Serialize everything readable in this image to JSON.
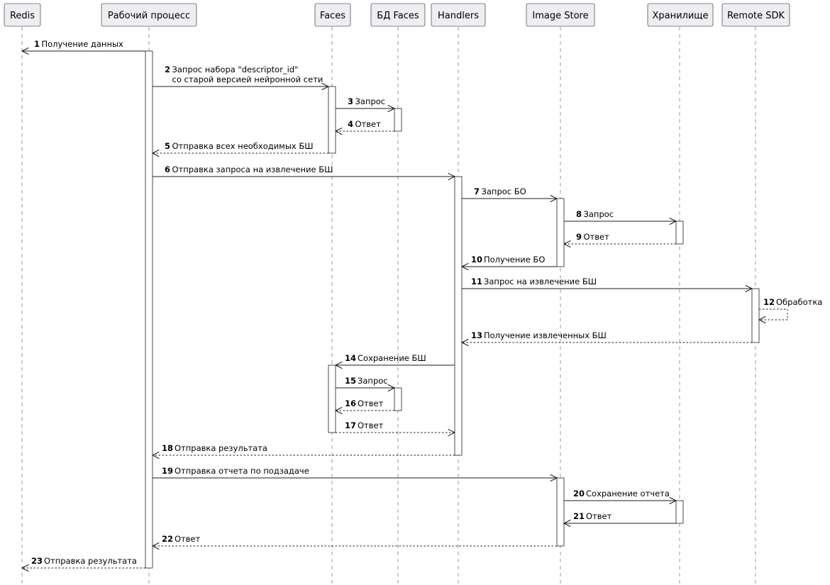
{
  "participants": [
    {
      "id": "redis",
      "label": "Redis"
    },
    {
      "id": "worker",
      "label": "Рабочий процесс"
    },
    {
      "id": "faces",
      "label": "Faces"
    },
    {
      "id": "facesdb",
      "label": "БД Faces"
    },
    {
      "id": "handlers",
      "label": "Handlers"
    },
    {
      "id": "imagestore",
      "label": "Image Store"
    },
    {
      "id": "storage",
      "label": "Хранилище"
    },
    {
      "id": "remotesdk",
      "label": "Remote SDK"
    }
  ],
  "messages": [
    {
      "num": "1",
      "from": "worker",
      "to": "redis",
      "text": [
        "Получение данных"
      ],
      "style": "solid"
    },
    {
      "num": "2",
      "from": "worker",
      "to": "faces",
      "text": [
        "Запрос набора \"descriptor_id\"",
        "со старой версией нейронной сети"
      ],
      "style": "solid"
    },
    {
      "num": "3",
      "from": "faces",
      "to": "facesdb",
      "text": [
        "Запрос"
      ],
      "style": "solid"
    },
    {
      "num": "4",
      "from": "facesdb",
      "to": "faces",
      "text": [
        "Ответ"
      ],
      "style": "dashed"
    },
    {
      "num": "5",
      "from": "faces",
      "to": "worker",
      "text": [
        "Отправка всех необходимых БШ"
      ],
      "style": "dashed"
    },
    {
      "num": "6",
      "from": "worker",
      "to": "handlers",
      "text": [
        "Отправка запроса на извлечение БШ"
      ],
      "style": "solid"
    },
    {
      "num": "7",
      "from": "handlers",
      "to": "imagestore",
      "text": [
        "Запрос БО"
      ],
      "style": "solid"
    },
    {
      "num": "8",
      "from": "imagestore",
      "to": "storage",
      "text": [
        "Запрос"
      ],
      "style": "solid"
    },
    {
      "num": "9",
      "from": "storage",
      "to": "imagestore",
      "text": [
        "Ответ"
      ],
      "style": "dashed"
    },
    {
      "num": "10",
      "from": "imagestore",
      "to": "handlers",
      "text": [
        "Получение БО"
      ],
      "style": "solid"
    },
    {
      "num": "11",
      "from": "handlers",
      "to": "remotesdk",
      "text": [
        "Запрос на извлечение БШ"
      ],
      "style": "solid"
    },
    {
      "num": "12",
      "from": "remotesdk",
      "to": "remotesdk",
      "text": [
        "Обработка"
      ],
      "style": "dashed"
    },
    {
      "num": "13",
      "from": "remotesdk",
      "to": "handlers",
      "text": [
        "Получение извлеченных БШ"
      ],
      "style": "dashed"
    },
    {
      "num": "14",
      "from": "handlers",
      "to": "faces",
      "text": [
        "Сохранение БШ"
      ],
      "style": "solid"
    },
    {
      "num": "15",
      "from": "faces",
      "to": "facesdb",
      "text": [
        "Запрос"
      ],
      "style": "solid"
    },
    {
      "num": "16",
      "from": "facesdb",
      "to": "faces",
      "text": [
        "Ответ"
      ],
      "style": "dashed"
    },
    {
      "num": "17",
      "from": "faces",
      "to": "handlers",
      "text": [
        "Ответ"
      ],
      "style": "dashed"
    },
    {
      "num": "18",
      "from": "handlers",
      "to": "worker",
      "text": [
        "Отправка результата"
      ],
      "style": "dashed"
    },
    {
      "num": "19",
      "from": "worker",
      "to": "imagestore",
      "text": [
        "Отправка отчета по подзадаче"
      ],
      "style": "solid"
    },
    {
      "num": "20",
      "from": "imagestore",
      "to": "storage",
      "text": [
        "Сохранение отчета"
      ],
      "style": "solid"
    },
    {
      "num": "21",
      "from": "storage",
      "to": "imagestore",
      "text": [
        "Ответ"
      ],
      "style": "solid"
    },
    {
      "num": "22",
      "from": "imagestore",
      "to": "worker",
      "text": [
        "Ответ"
      ],
      "style": "dashed"
    },
    {
      "num": "23",
      "from": "worker",
      "to": "redis",
      "text": [
        "Отправка результата"
      ],
      "style": "dashed"
    }
  ]
}
